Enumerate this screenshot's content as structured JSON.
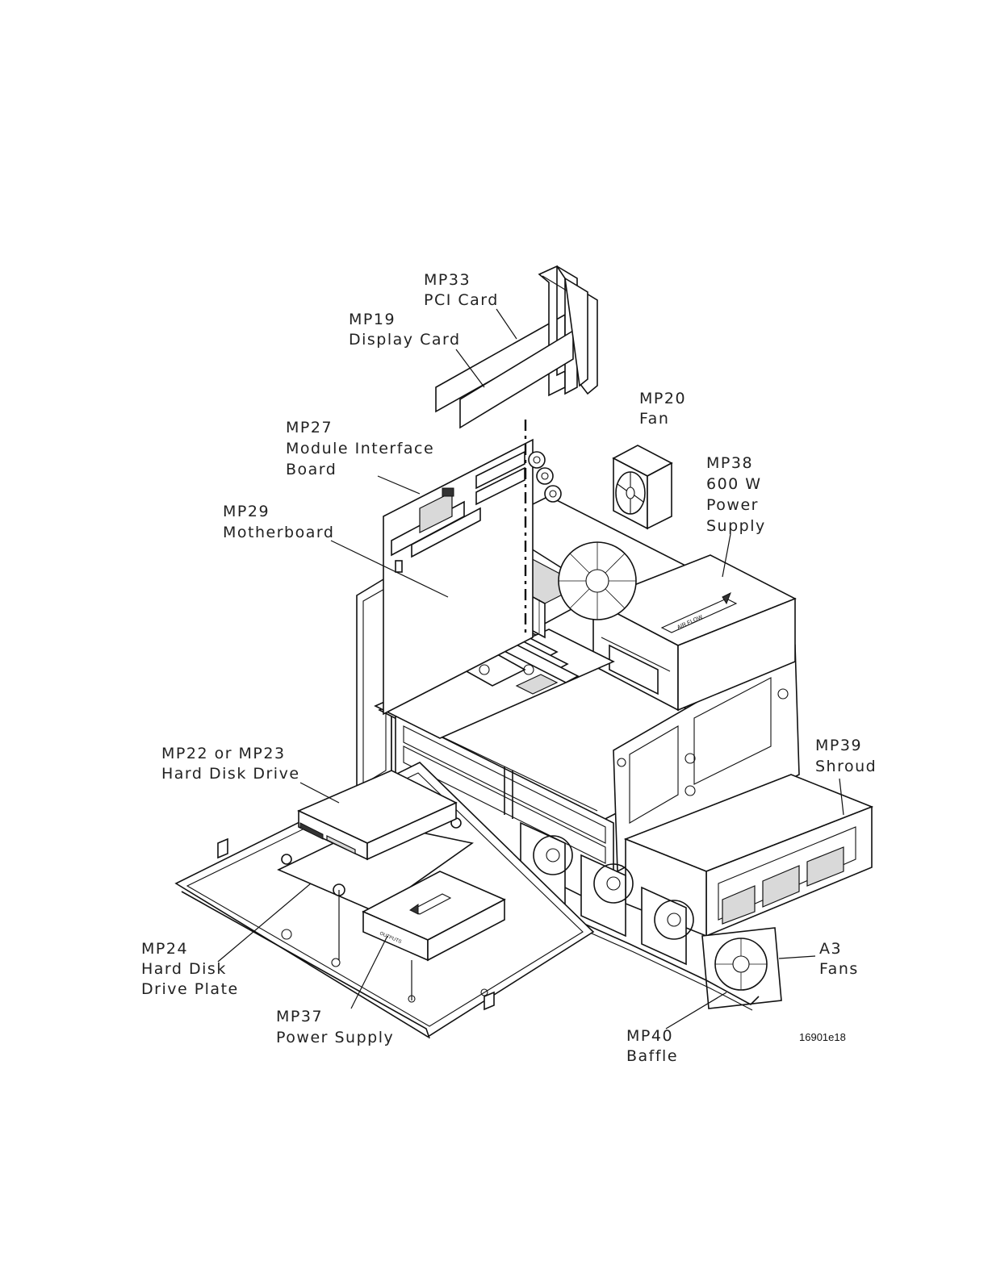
{
  "figure_id": "16901e18",
  "callouts": {
    "mp33": {
      "part": "MP33",
      "name": "PCI Card"
    },
    "mp19": {
      "part": "MP19",
      "name": "Display Card"
    },
    "mp20": {
      "part": "MP20",
      "name": "Fan"
    },
    "mp27": {
      "part": "MP27",
      "name_line1": "Module Interface",
      "name_line2": "Board"
    },
    "mp38": {
      "part": "MP38",
      "line1": "600 W",
      "line2": "Power",
      "line3": "Supply"
    },
    "mp29": {
      "part": "MP29",
      "name": "Motherboard"
    },
    "mp22": {
      "part": "MP22 or MP23",
      "name": "Hard Disk Drive"
    },
    "mp39": {
      "part": "MP39",
      "name": "Shroud"
    },
    "mp24": {
      "part": "MP24",
      "line1": "Hard Disk",
      "line2": "Drive Plate"
    },
    "a3": {
      "part": "A3",
      "name": "Fans"
    },
    "mp37": {
      "part": "MP37",
      "name": "Power Supply"
    },
    "mp40": {
      "part": "MP40",
      "name": "Baffle"
    }
  },
  "embossed": {
    "air_flow": "AIR FLOW",
    "outputs": "OUTPUTS"
  }
}
